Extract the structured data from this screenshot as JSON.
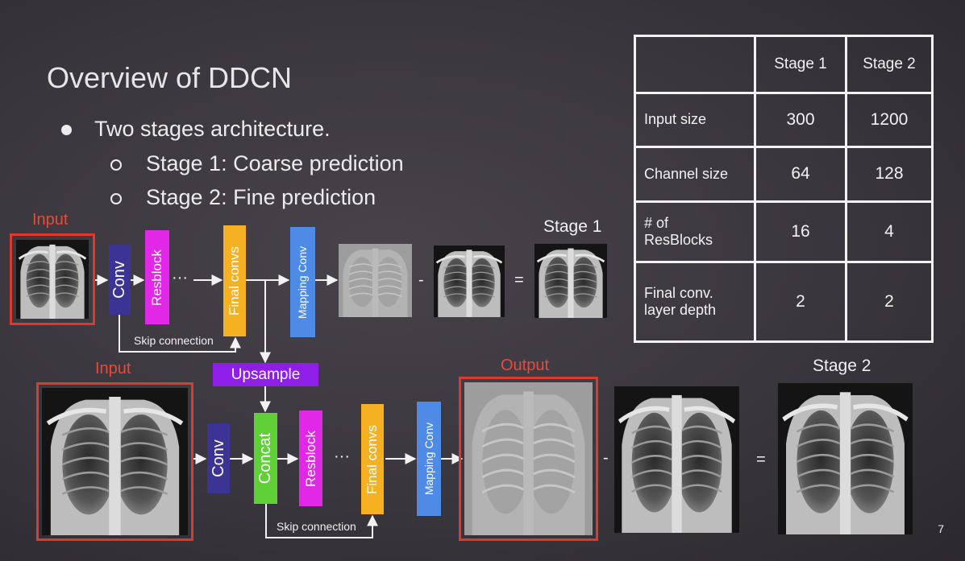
{
  "slide": {
    "title": "Overview of DDCN",
    "bullets": {
      "main": "Two stages architecture.",
      "sub1": "Stage 1: Coarse prediction",
      "sub2": "Stage 2: Fine prediction"
    },
    "page_number": "7"
  },
  "diagram": {
    "stage1": {
      "input_label": "Input",
      "stage_label": "Stage 1",
      "conv": "Conv",
      "resblock": "Resblock",
      "ellipsis": "···",
      "final_convs": "Final convs",
      "mapping_conv": "Mapping Conv",
      "skip_connection": "Skip connection",
      "minus": "-",
      "equals": "="
    },
    "upsample": "Upsample",
    "stage2": {
      "input_label": "Input",
      "output_label": "Output",
      "stage_label": "Stage 2",
      "conv": "Conv",
      "concat": "Concat",
      "resblock": "Resblock",
      "ellipsis": "···",
      "final_convs": "Final convs",
      "mapping_conv": "Mapping Conv",
      "skip_connection": "Skip connection",
      "minus": "-",
      "equals": "="
    },
    "colors": {
      "conv": "#3b3494",
      "resblock": "#e028e6",
      "final_convs": "#f6b122",
      "mapping_conv": "#4d8be6",
      "upsample": "#8f1fe8",
      "concat": "#5fd136",
      "input_frame": "#e0392b"
    }
  },
  "table": {
    "headers": [
      "",
      "Stage 1",
      "Stage 2"
    ],
    "rows": [
      {
        "label": "Input size",
        "stage1": "300",
        "stage2": "1200"
      },
      {
        "label": "Channel size",
        "stage1": "64",
        "stage2": "128"
      },
      {
        "label_line1": "# of",
        "label_line2": "ResBlocks",
        "stage1": "16",
        "stage2": "4"
      },
      {
        "label_line1": "Final conv.",
        "label_line2": "layer depth",
        "stage1": "2",
        "stage2": "2"
      }
    ]
  }
}
